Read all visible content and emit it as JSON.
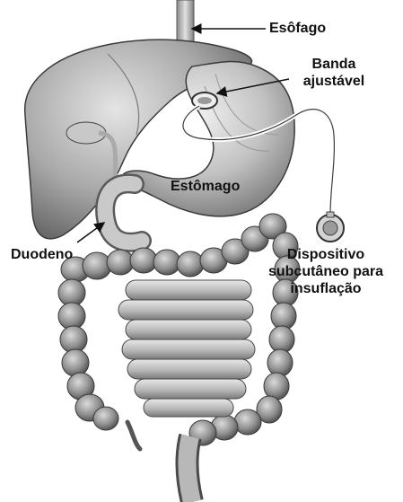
{
  "labels": {
    "esofago": "Esôfago",
    "banda": [
      "Banda",
      "ajustável"
    ],
    "estomago": "Estômago",
    "duodeno": "Duodeno",
    "dispositivo": [
      "Dispositivo",
      "subcutâneo para",
      "insuflação"
    ]
  },
  "colors": {
    "organ_light": "#d6d6d6",
    "organ_mid": "#a9a9a9",
    "organ_dark": "#6e6e6e",
    "outline": "#3a3a3a",
    "text": "#111111"
  }
}
